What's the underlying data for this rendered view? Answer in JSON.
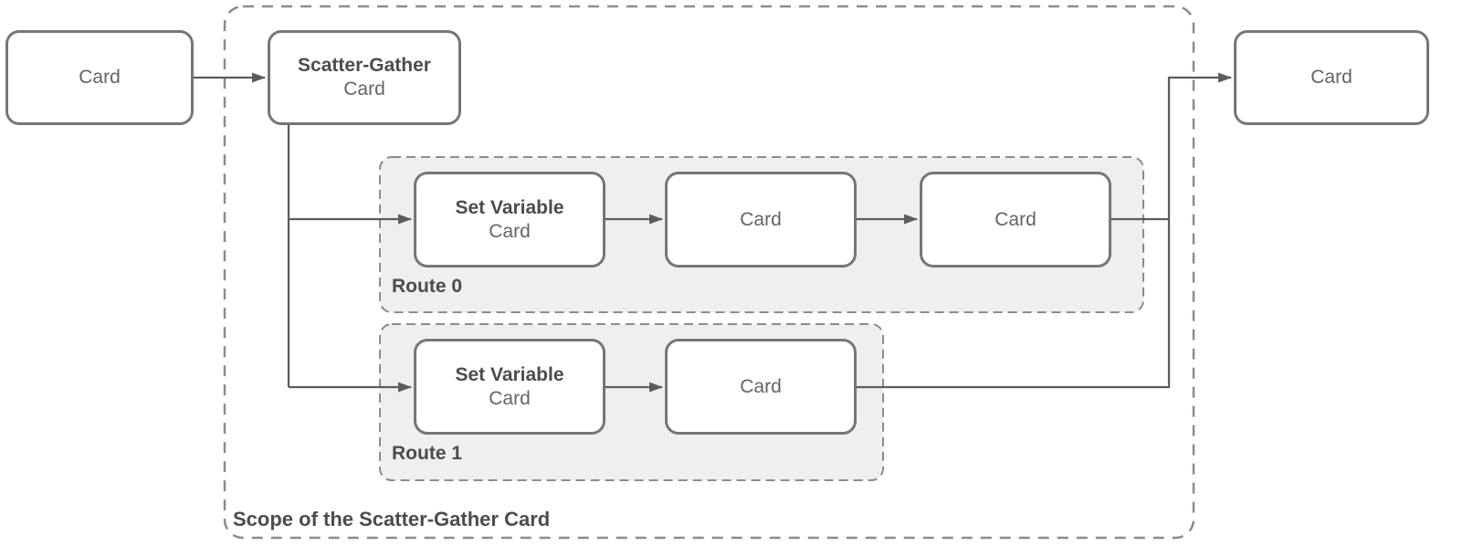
{
  "diagram": {
    "nodes": {
      "card_left": {
        "label": "Card"
      },
      "scatter_gather": {
        "title": "Scatter-Gather",
        "subtitle": "Card"
      },
      "card_right": {
        "label": "Card"
      }
    },
    "routes": [
      {
        "label": "Route 0",
        "nodes": [
          {
            "title": "Set Variable",
            "subtitle": "Card"
          },
          {
            "label": "Card"
          },
          {
            "label": "Card"
          }
        ]
      },
      {
        "label": "Route 1",
        "nodes": [
          {
            "title": "Set Variable",
            "subtitle": "Card"
          },
          {
            "label": "Card"
          }
        ]
      }
    ],
    "scope_label": "Scope of the Scatter-Gather Card"
  },
  "colors": {
    "canvas-bg": "#ffffff",
    "node-fill": "#ffffff",
    "node-border": "#767676",
    "connector": "#5c5c5c",
    "dash-border": "#8c8c8c",
    "route-fill": "#efefef",
    "text-strong": "#4c4c4c",
    "text-normal": "#646464"
  }
}
